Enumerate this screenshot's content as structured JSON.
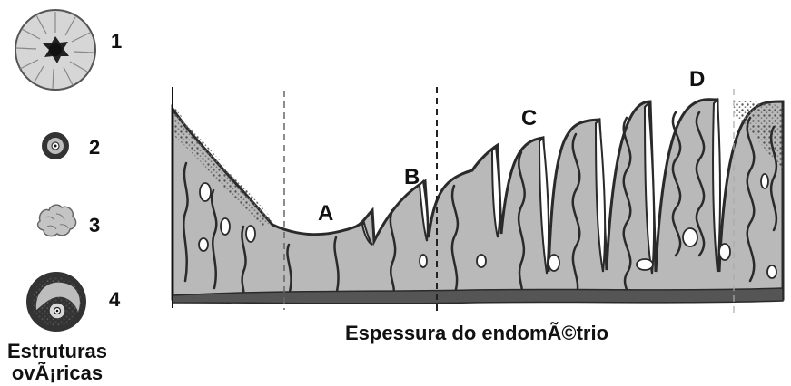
{
  "ovarian_structures": {
    "title_line1": "Estruturas",
    "title_line2": "ovÃ¡ricas",
    "items": [
      {
        "number": "1",
        "icon": "ovarian-follicle-large-icon"
      },
      {
        "number": "2",
        "icon": "ovarian-follicle-small-icon"
      },
      {
        "number": "3",
        "icon": "corpus-albicans-icon"
      },
      {
        "number": "4",
        "icon": "corpus-luteum-icon"
      }
    ]
  },
  "endometrium": {
    "caption": "Espessura do endomÃ©trio",
    "phase_labels": [
      "A",
      "B",
      "C",
      "D"
    ]
  }
}
